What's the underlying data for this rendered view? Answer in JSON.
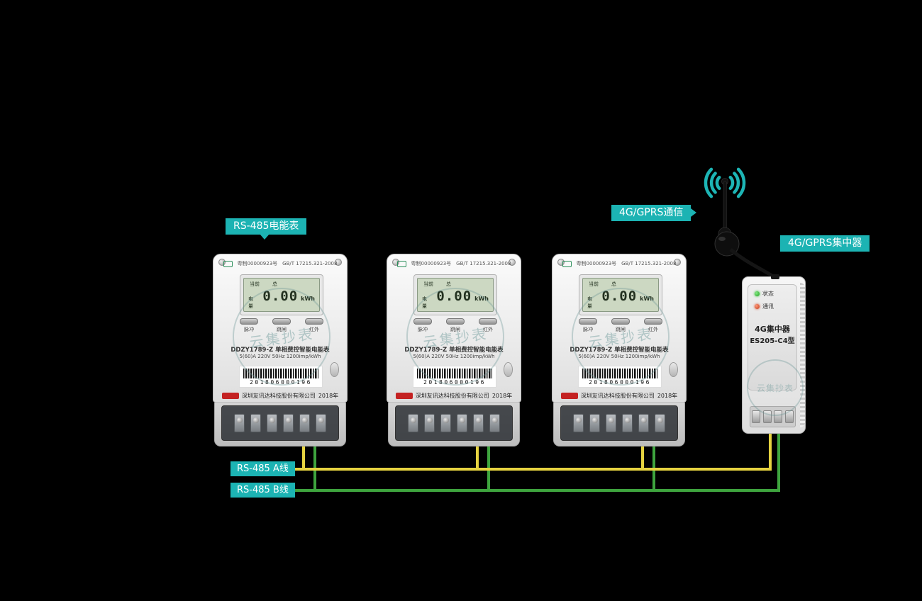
{
  "callouts": {
    "meter": "RS-485电能表",
    "comm": "4G/GPRS通信",
    "concentrator": "4G/GPRS集中器",
    "wire_a": "RS-485 A线",
    "wire_b": "RS-485 B线"
  },
  "meter": {
    "cert_no": "粤制00000923号",
    "standard": "GB/T 17215.321-2008",
    "lcd": {
      "tag_current": "当前",
      "tag_total": "总",
      "tag_energy": "电量",
      "value": "0.00",
      "unit": "kWh"
    },
    "buttons": [
      "脉冲",
      "跳闸",
      "红外"
    ],
    "model": "DDZY1789-Z 单相费控智能电能表",
    "specs": "5(60)A 220V 50Hz 1200imp/kWh",
    "serial": "201806000196",
    "company": "深圳友讯达科技股份有限公司",
    "year": "2018年",
    "watermark": "云集抄表"
  },
  "concentrator": {
    "led_status": "状态",
    "led_comm": "通讯",
    "name": "4G集中器",
    "model": "ES205-C4型",
    "watermark": "云集抄表"
  },
  "colors": {
    "accent": "#1cb3b3",
    "wire_a": "#e6d340",
    "wire_b": "#3ea43e",
    "lcd_screen": "#ccd8c2"
  }
}
